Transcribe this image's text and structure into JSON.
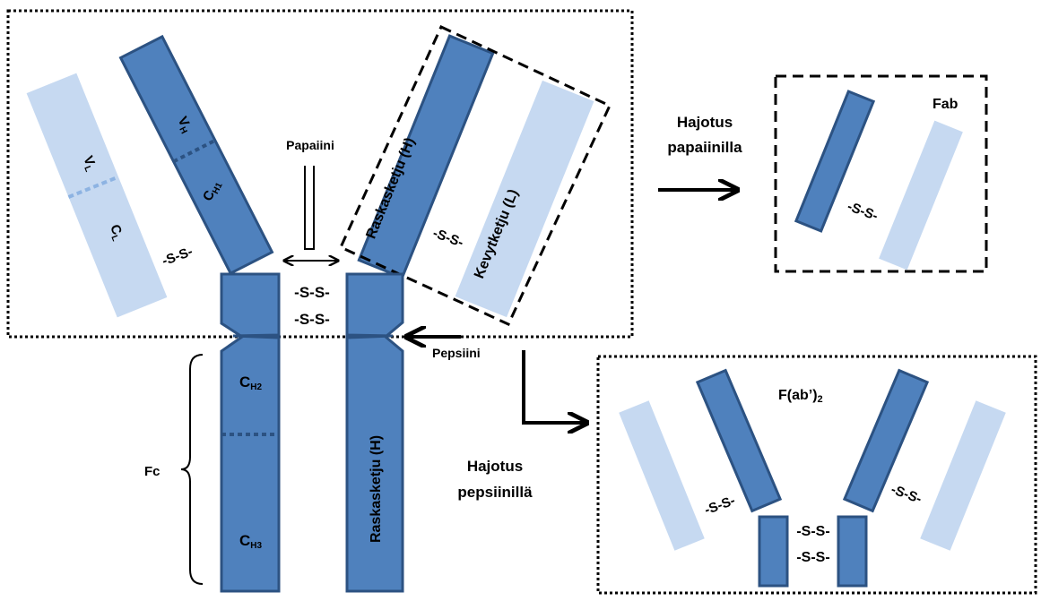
{
  "colors": {
    "heavy_chain": "#4f81bd",
    "heavy_chain_border": "#2c5282",
    "light_chain": "#c6d9f1",
    "outline": "#000000"
  },
  "labels": {
    "vl": "V",
    "vl_sub": "L",
    "cl": "C",
    "cl_sub": "L",
    "vh": "V",
    "vh_sub": "H",
    "ch1": "C",
    "ch1_sub": "H1",
    "ch2": "C",
    "ch2_sub": "H2",
    "ch3": "C",
    "ch3_sub": "H3",
    "ss_left_arm": "-S-S-",
    "ss_right_arm": "-S-S-",
    "ss_hinge_top": "-S-S-",
    "ss_hinge_bottom": "-S-S-",
    "heavy_chain_arm": "Raskasketju (H)",
    "light_chain_arm": "Kevytketju (L)",
    "heavy_chain_stem": "Raskasketju (H)",
    "papain": "Papaiini",
    "pepsin": "Pepsiini",
    "fc": "Fc",
    "papain_digest_line1": "Hajotus",
    "papain_digest_line2": "papaiinilla",
    "pepsin_digest_line1": "Hajotus",
    "pepsin_digest_line2": "pepsiinillä",
    "fab": "Fab",
    "fab_ss": "-S-S-",
    "fab2": "F(ab’)",
    "fab2_sub": "2",
    "fab2_ss_left": "-S-S-",
    "fab2_ss_right": "-S-S-",
    "fab2_hinge_top": "-S-S-",
    "fab2_hinge_bottom": "-S-S-"
  }
}
